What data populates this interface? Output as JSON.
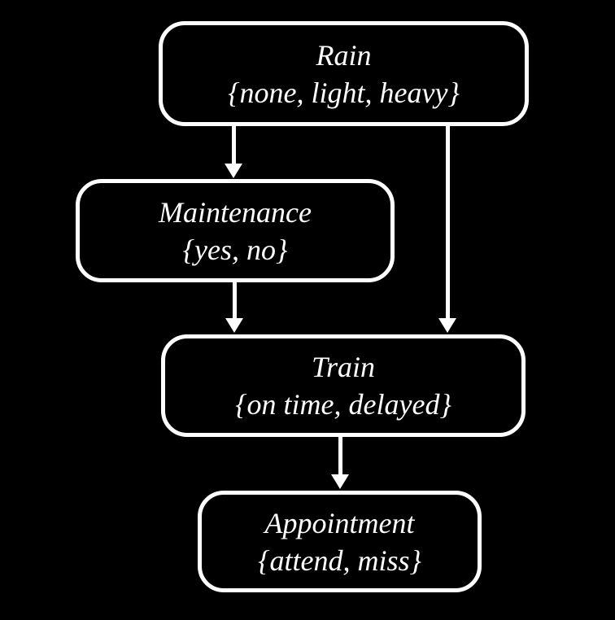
{
  "diagram": {
    "type": "bayesian-network",
    "colors": {
      "background": "#000000",
      "node_border": "#ffffff",
      "node_fill": "#000000",
      "text": "#ffffff",
      "arrow": "#ffffff"
    },
    "nodes": [
      {
        "id": "rain",
        "label": "Rain",
        "values": "{none, light, heavy}"
      },
      {
        "id": "maintenance",
        "label": "Maintenance",
        "values": "{yes, no}"
      },
      {
        "id": "train",
        "label": "Train",
        "values": "{on time, delayed}"
      },
      {
        "id": "appointment",
        "label": "Appointment",
        "values": "{attend, miss}"
      }
    ],
    "edges": [
      {
        "from": "rain",
        "to": "maintenance"
      },
      {
        "from": "rain",
        "to": "train"
      },
      {
        "from": "maintenance",
        "to": "train"
      },
      {
        "from": "train",
        "to": "appointment"
      }
    ]
  }
}
